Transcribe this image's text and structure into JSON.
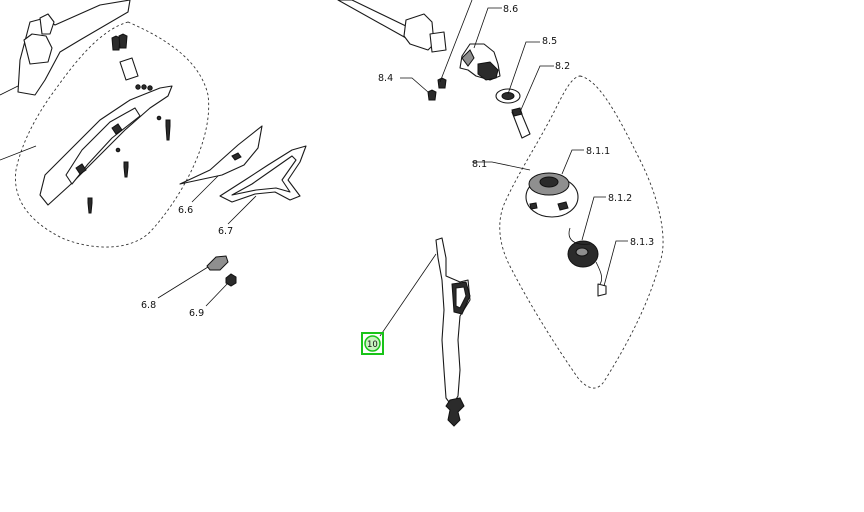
{
  "diagram": {
    "callouts": {
      "c_8_6": "8.6",
      "c_8_5": "8.5",
      "c_8_4": "8.4",
      "c_8_2": "8.2",
      "c_8_1": "8.1",
      "c_8_1_1": "8.1.1",
      "c_8_1_2": "8.1.2",
      "c_8_1_3": "8.1.3",
      "c_6_6": "6.6",
      "c_6_7": "6.7",
      "c_6_8": "6.8",
      "c_6_9": "6.9",
      "c_10": "10"
    },
    "selected_callout": "10",
    "highlight_color": "#19c419"
  }
}
